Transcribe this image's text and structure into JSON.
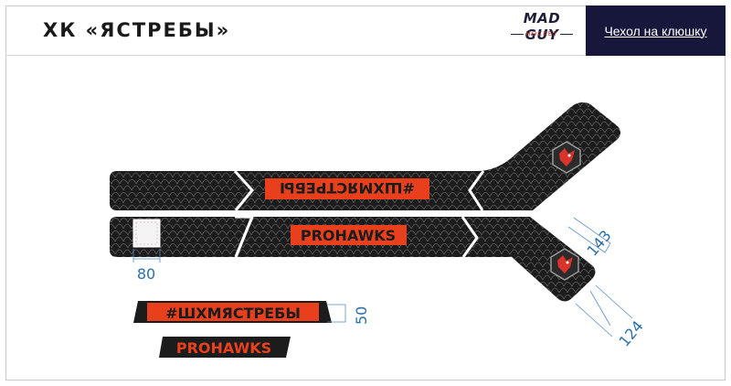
{
  "header": {
    "title": "ХК «ЯСТРЕБЫ»",
    "logo_main": "MAD GUY",
    "logo_sub": "HOCKEY",
    "product_label": "Чехол на клюшку"
  },
  "design": {
    "hashtag": "#ШХМЯСТРЕБЫ",
    "brand": "PROHAWKS",
    "colors": {
      "body": "#1c1c1c",
      "accent": "#e8401c",
      "dimension": "#2a6fa8",
      "navy": "#16173a"
    }
  },
  "dimensions": {
    "patch_width": "80",
    "strip_height": "50",
    "blade_width": "143",
    "blade_length": "124"
  }
}
